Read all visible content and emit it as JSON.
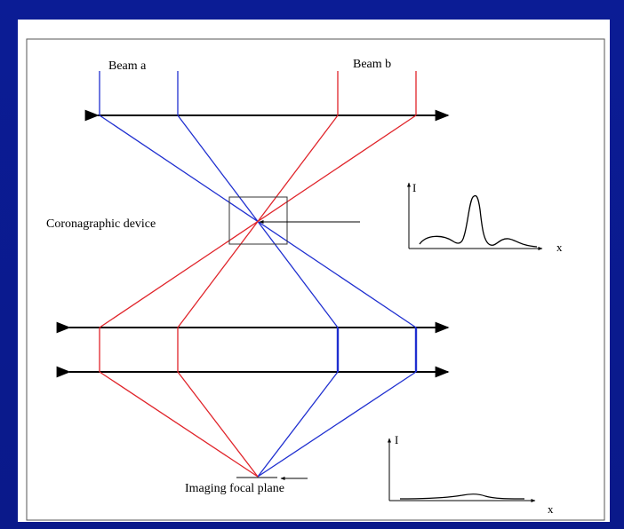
{
  "diagram": {
    "labels": {
      "beam_a": "Beam a",
      "beam_b": "Beam b",
      "coronagraphic_device": "Coronagraphic device",
      "imaging_focal_plane": "Imaging focal plane"
    },
    "plots": {
      "top": {
        "y_label": "I",
        "x_label": "x"
      },
      "bottom": {
        "y_label": "I",
        "x_label": "x"
      }
    },
    "colors": {
      "beam_a": "#1f2fd0",
      "beam_b": "#e0242a",
      "lens": "#000000",
      "frame": "#555555"
    }
  }
}
